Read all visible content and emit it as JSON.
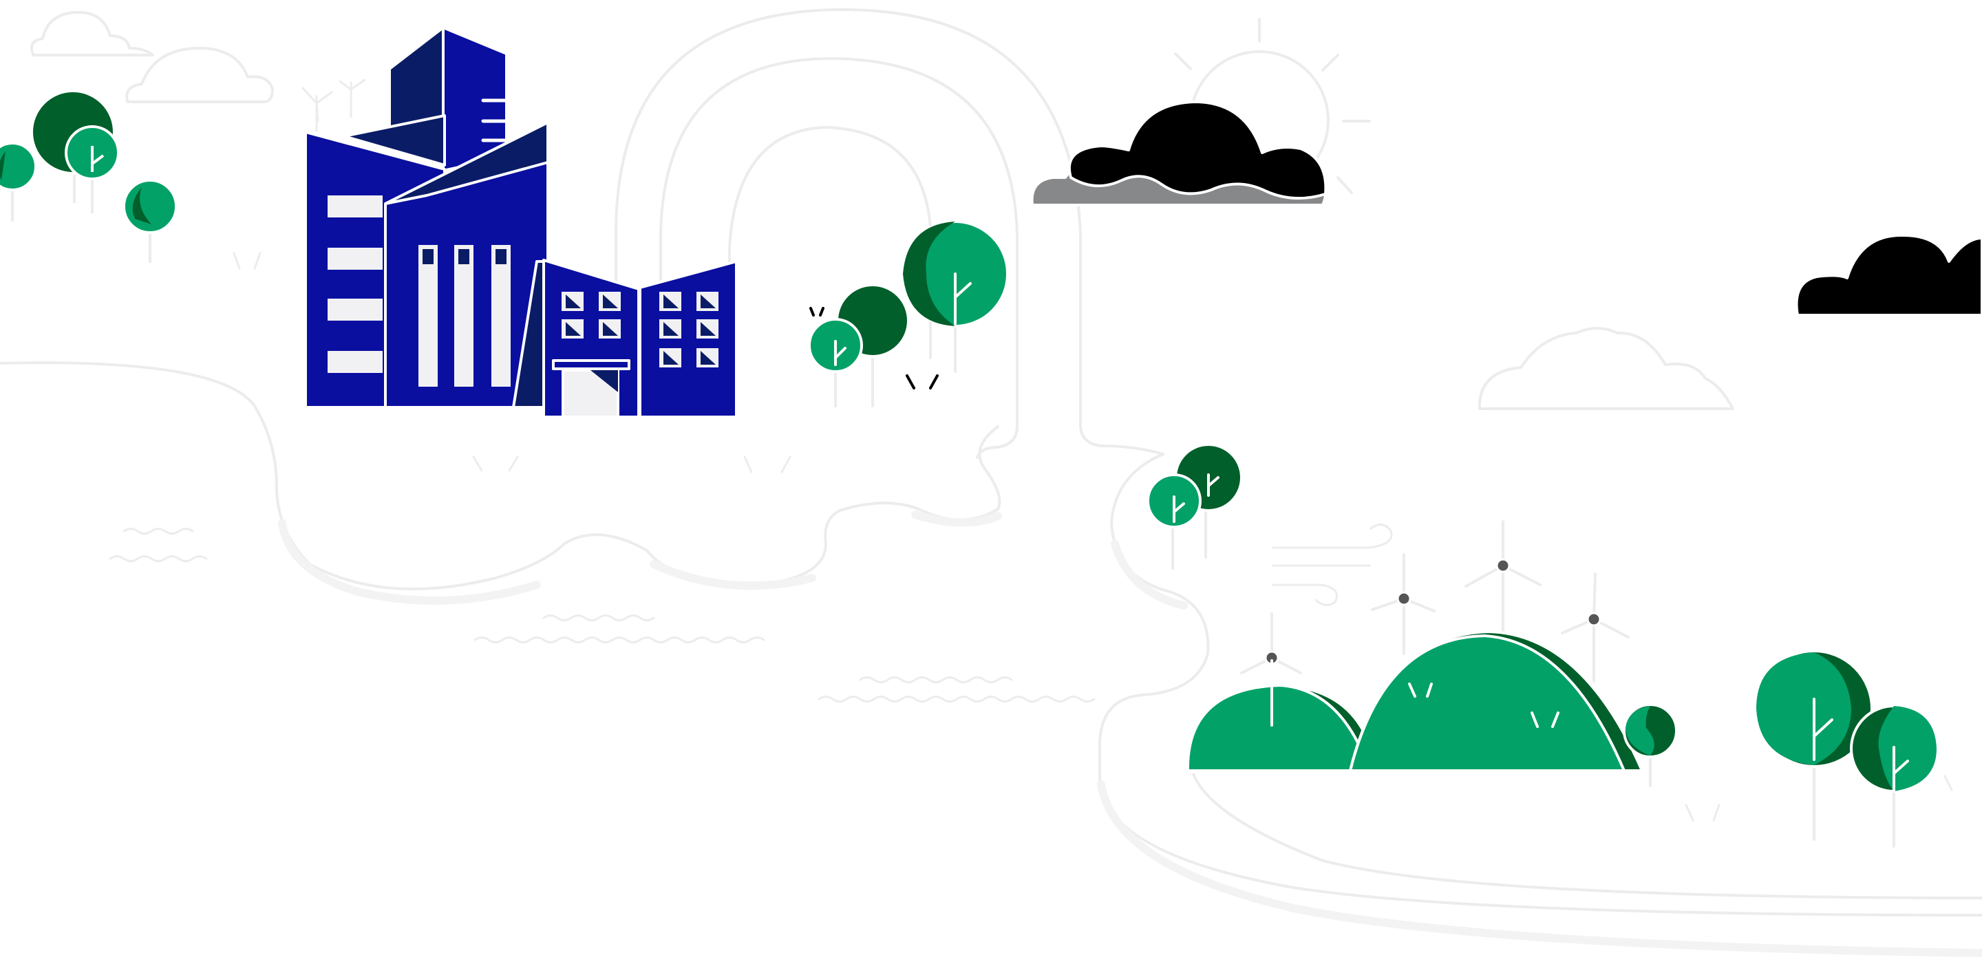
{
  "colors": {
    "background": "#ffffff",
    "outline_light": "#ececec",
    "outline_shadow": "#f3f3f3",
    "building_blue": "#0a0fa0",
    "building_navy": "#0b1c66",
    "building_window": "#f1f1f3",
    "tree_green": "#02a168",
    "tree_dark": "#005f2a",
    "cloud_black": "#000000",
    "cloud_grey": "#87888a",
    "turbine_hub": "#555555"
  },
  "icons": [
    "office-buildings",
    "storm-cloud",
    "sun-outline",
    "wind-turbine",
    "green-hill",
    "round-tree",
    "river-path",
    "wind-lines"
  ]
}
